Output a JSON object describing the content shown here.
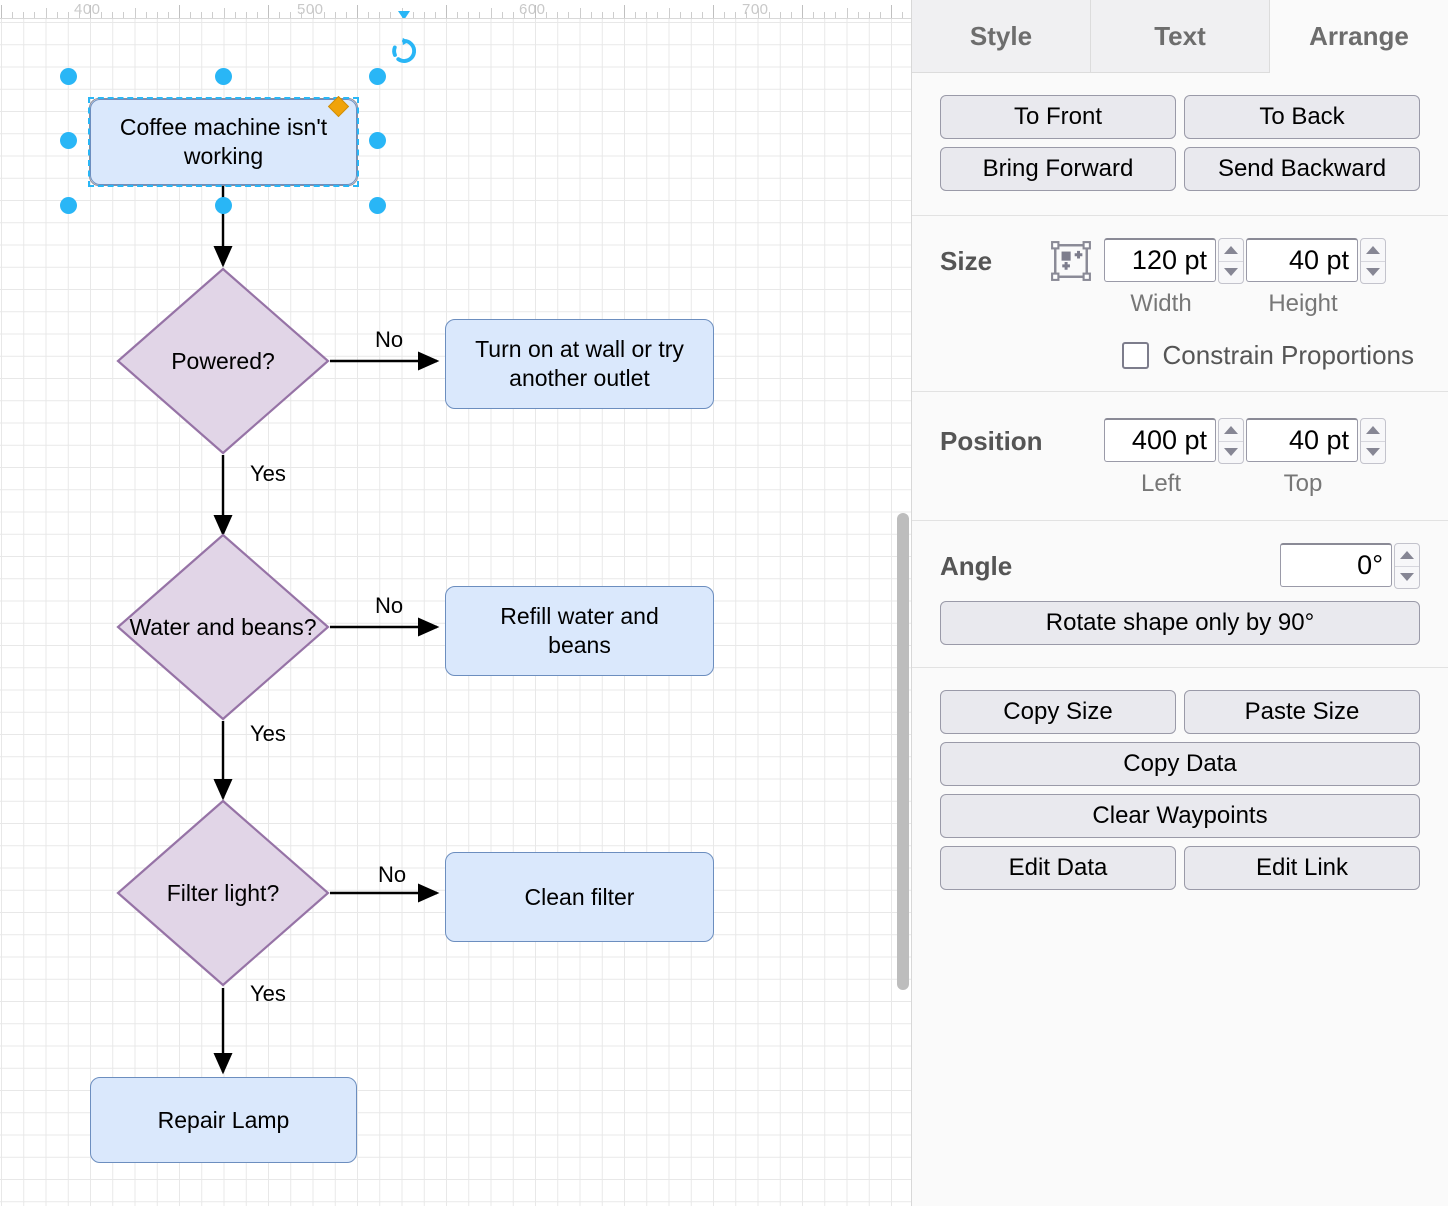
{
  "canvas": {
    "ruler": {
      "labels": [
        "400",
        "500",
        "600",
        "700"
      ],
      "unit": "pt"
    },
    "nodes": [
      {
        "id": "start",
        "label": "Coffee machine isn't working",
        "shape": "rounded-rect",
        "fill": "#dae8fc",
        "stroke": "#6c8ebf",
        "selected": true
      },
      {
        "id": "powered",
        "label": "Powered?",
        "shape": "diamond",
        "fill": "#e1d5e7",
        "stroke": "#9673a6",
        "selected": false
      },
      {
        "id": "turn-on",
        "label": "Turn on at wall or try another outlet",
        "shape": "rounded-rect",
        "fill": "#dae8fc",
        "stroke": "#6c8ebf",
        "selected": false
      },
      {
        "id": "water-beans",
        "label": "Water and beans?",
        "shape": "diamond",
        "fill": "#e1d5e7",
        "stroke": "#9673a6",
        "selected": false
      },
      {
        "id": "refill",
        "label": "Refill water and beans",
        "shape": "rounded-rect",
        "fill": "#dae8fc",
        "stroke": "#6c8ebf",
        "selected": false
      },
      {
        "id": "filter-light",
        "label": "Filter light?",
        "shape": "diamond",
        "fill": "#e1d5e7",
        "stroke": "#9673a6",
        "selected": false
      },
      {
        "id": "clean-filter",
        "label": "Clean filter",
        "shape": "rounded-rect",
        "fill": "#dae8fc",
        "stroke": "#6c8ebf",
        "selected": false
      },
      {
        "id": "repair-lamp",
        "label": "Repair Lamp",
        "shape": "rounded-rect",
        "fill": "#dae8fc",
        "stroke": "#6c8ebf",
        "selected": false
      }
    ],
    "edges": [
      {
        "from": "start",
        "to": "powered",
        "label": ""
      },
      {
        "from": "powered",
        "to": "turn-on",
        "label": "No"
      },
      {
        "from": "powered",
        "to": "water-beans",
        "label": "Yes"
      },
      {
        "from": "water-beans",
        "to": "refill",
        "label": "No"
      },
      {
        "from": "water-beans",
        "to": "filter-light",
        "label": "Yes"
      },
      {
        "from": "filter-light",
        "to": "clean-filter",
        "label": "No"
      },
      {
        "from": "filter-light",
        "to": "repair-lamp",
        "label": "Yes"
      }
    ],
    "edge_labels": {
      "powered_no": "No",
      "powered_yes": "Yes",
      "water_no": "No",
      "water_yes": "Yes",
      "filter_no": "No",
      "filter_yes": "Yes"
    },
    "selection": {
      "rotate_icon": "rotate-icon",
      "accent_color": "#29b6f6",
      "constraint_handle_color": "#f0a30a"
    }
  },
  "panel": {
    "tabs": [
      {
        "id": "style",
        "label": "Style",
        "active": false
      },
      {
        "id": "text",
        "label": "Text",
        "active": false
      },
      {
        "id": "arrange",
        "label": "Arrange",
        "active": true
      }
    ],
    "order": {
      "to_front": "To Front",
      "to_back": "To Back",
      "bring_forward": "Bring Forward",
      "send_backward": "Send Backward"
    },
    "size": {
      "title": "Size",
      "autosize_icon": "autosize-icon",
      "width_value": "120 pt",
      "width_label": "Width",
      "height_value": "40 pt",
      "height_label": "Height",
      "constrain_label": "Constrain Proportions",
      "constrain_checked": false
    },
    "position": {
      "title": "Position",
      "left_value": "400 pt",
      "left_label": "Left",
      "top_value": "40 pt",
      "top_label": "Top"
    },
    "angle": {
      "title": "Angle",
      "value": "0°",
      "rotate_button": "Rotate shape only by 90°"
    },
    "actions": {
      "copy_size": "Copy Size",
      "paste_size": "Paste Size",
      "copy_data": "Copy Data",
      "clear_waypoints": "Clear Waypoints",
      "edit_data": "Edit Data",
      "edit_link": "Edit Link"
    }
  }
}
